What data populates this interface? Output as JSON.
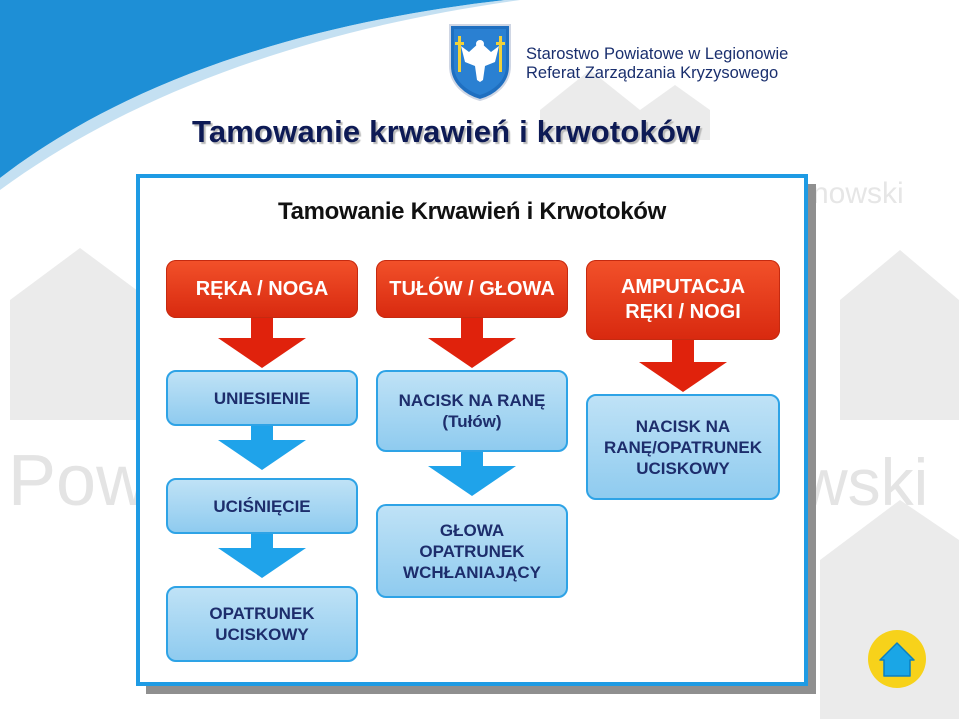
{
  "header": {
    "org_line1": "Starostwo Powiatowe w Legionowie",
    "org_line2": "Referat Zarządzania Kryzysowego"
  },
  "slide": {
    "title": "Tamowanie krwawień i krwotoków"
  },
  "diagram": {
    "title": "Tamowanie Krwawień i Krwotoków",
    "columns": [
      {
        "header": [
          "RĘKA / NOGA"
        ],
        "steps": [
          [
            "UNIESIENIE"
          ],
          [
            "UCIŚNIĘCIE"
          ],
          [
            "OPATRUNEK",
            "UCISKOWY"
          ]
        ]
      },
      {
        "header": [
          "TUŁÓW / GŁOWA"
        ],
        "steps": [
          [
            "NACISK NA RANĘ",
            "(Tułów)"
          ],
          [
            "GŁOWA",
            "OPATRUNEK",
            "WCHŁANIAJĄCY"
          ]
        ]
      },
      {
        "header": [
          "AMPUTACJA",
          "RĘKI / NOGI"
        ],
        "steps": [
          [
            "NACISK NA",
            "RANĘ/OPATRUNEK",
            "UCISKOWY"
          ]
        ]
      }
    ]
  },
  "background_watermark": [
    "Pow",
    "wski",
    "nowski"
  ],
  "colors": {
    "accent_blue": "#1e9be4",
    "header_red": "#e0220c",
    "step_blue": "#9fd3f2",
    "title_navy": "#0d1a55",
    "home_yellow": "#f7d21a"
  },
  "icons": [
    "coat-of-arms-icon",
    "home-icon"
  ]
}
